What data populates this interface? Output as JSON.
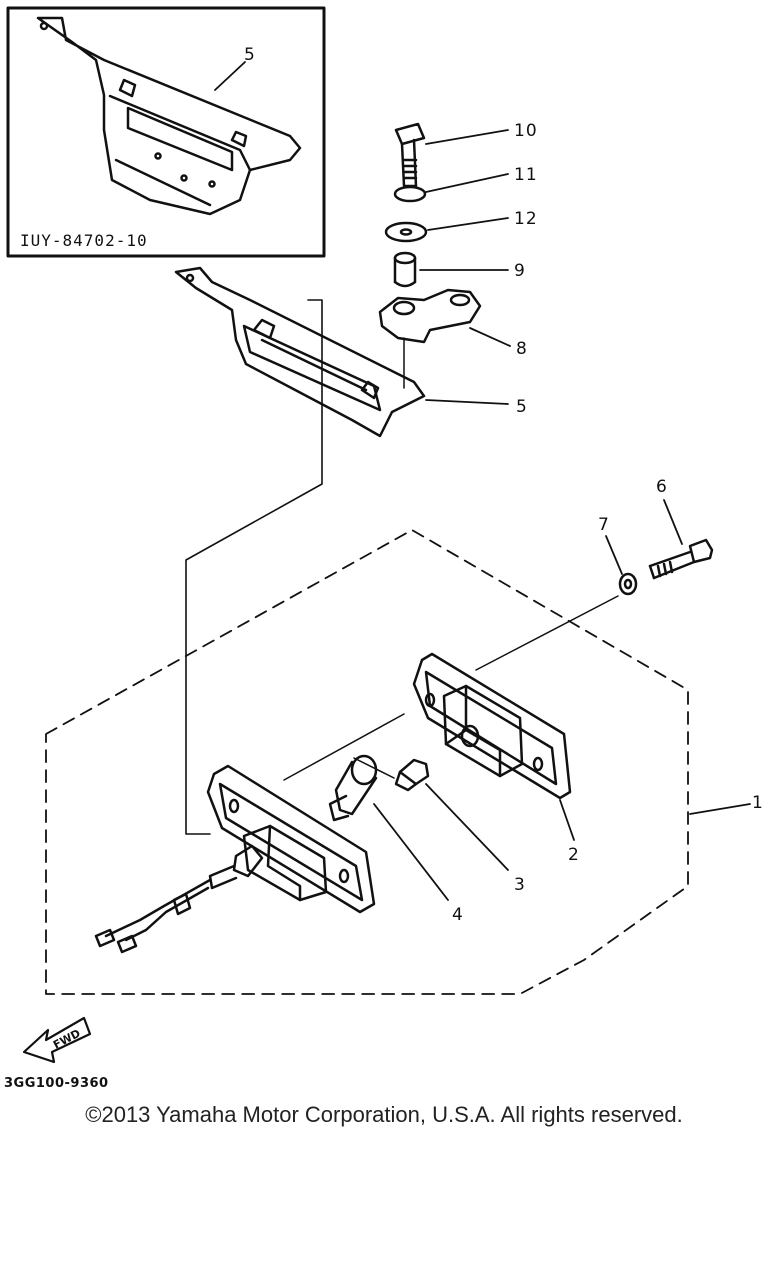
{
  "inset_code": "IUY-84702-10",
  "part_labels": [
    "5",
    "10",
    "11",
    "12",
    "9",
    "8",
    "5",
    "6",
    "7",
    "1",
    "2",
    "3",
    "4"
  ],
  "fwd_label": "FWD",
  "diagram_code": "3GG100-9360",
  "copyright": "©2013 Yamaha Motor Corporation, U.S.A. All rights reserved."
}
